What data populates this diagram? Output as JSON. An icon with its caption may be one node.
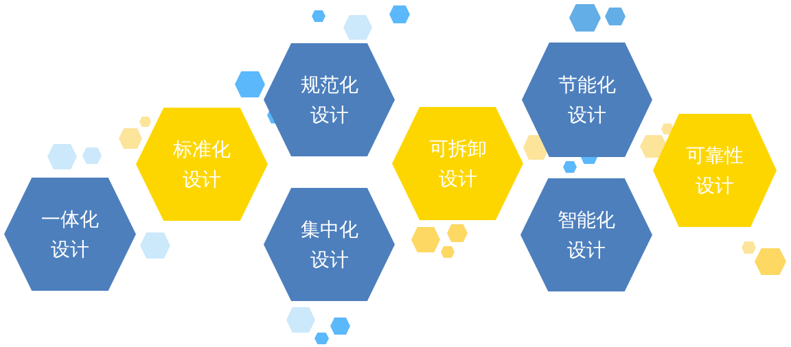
{
  "diagram": {
    "nodes": [
      {
        "text": [
          "一体化设计"
        ]
      },
      {
        "text": [
          "标准化设计"
        ]
      },
      {
        "text": [
          "规范化设计"
        ]
      },
      {
        "text": [
          "集中化设计"
        ]
      },
      {
        "text": [
          "可拆卸设计"
        ]
      },
      {
        "text": [
          "节能化设计"
        ]
      },
      {
        "text": [
          "智能化设计"
        ]
      },
      {
        "text": [
          "可靠性设计"
        ]
      }
    ],
    "edges": []
  }
}
